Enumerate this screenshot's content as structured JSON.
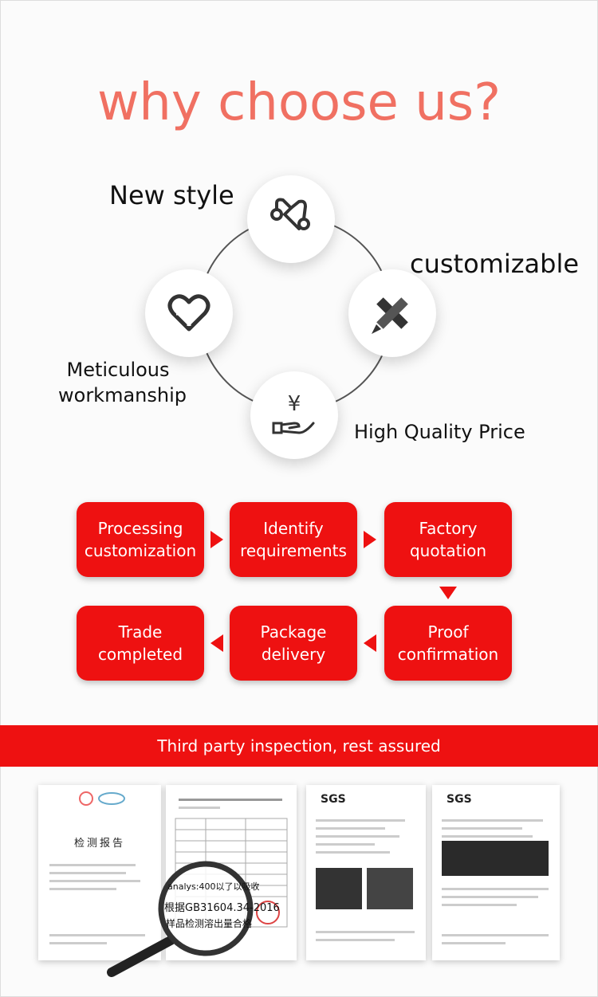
{
  "title": "why choose us?",
  "features": [
    {
      "label": "New style",
      "icon": "link-path-icon"
    },
    {
      "label": "customizable",
      "icon": "pencil-ruler-icon"
    },
    {
      "label": "High Quality Price",
      "icon": "hand-yen-icon"
    },
    {
      "label": "Meticulous\nworkmanship",
      "icon": "heart-icon"
    }
  ],
  "process": [
    {
      "label": "Processing\ncustomization"
    },
    {
      "label": "Identify\nrequirements"
    },
    {
      "label": "Factory\nquotation"
    },
    {
      "label": "Proof\nconfirmation"
    },
    {
      "label": "Package\ndelivery"
    },
    {
      "label": "Trade\ncompleted"
    }
  ],
  "banner": "Third party inspection, rest assured",
  "reports": {
    "doc1_title": "检测报告",
    "doc3_brand": "SGS",
    "doc4_brand": "SGS",
    "magnifier_line1": "analys:400以了以吸收",
    "magnifier_line2": "根据GB31604.34-2016",
    "magnifier_line3": "样品检测溶出量合格"
  },
  "colors": {
    "accent": "#ee1111",
    "title": "#f07062"
  }
}
